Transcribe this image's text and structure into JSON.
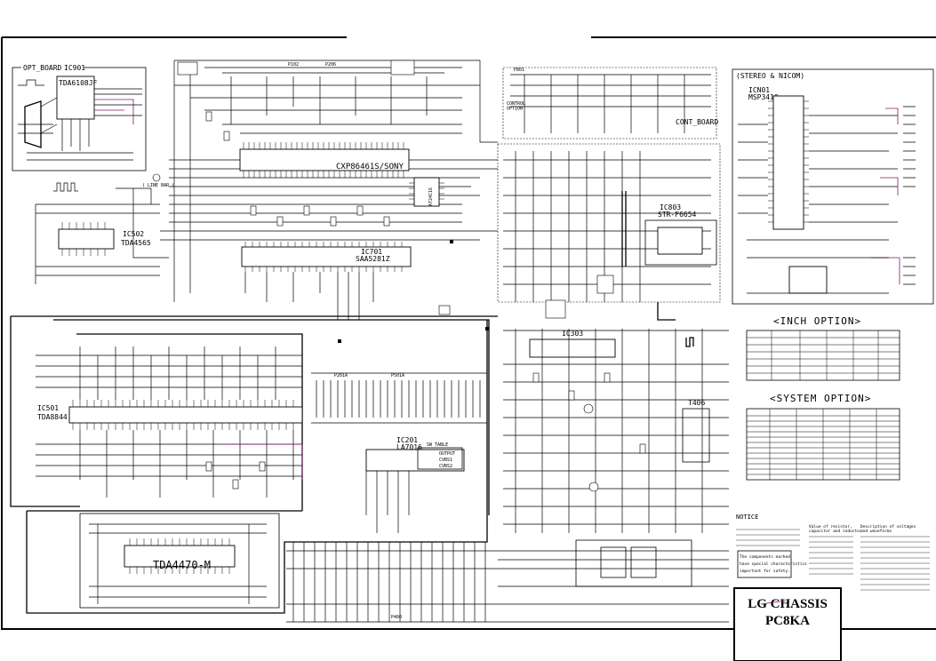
{
  "title_block": {
    "brand": "LG CHASSIS",
    "model": "PC8KA"
  },
  "sections": {
    "opt_board": "OPT_BOARD",
    "stereo_nicom": "(STEREO & NICOM)",
    "inch_option": "<INCH OPTION>",
    "system_option": "<SYSTEM OPTION>",
    "notice": "NOTICE",
    "cont_board": "CONT_BOARD",
    "control_option": "CONTROL\nOPTION",
    "line_bar": "( LINE BAR )",
    "value_of_resistor": "Value of resistor,\ncapacitor and inductor",
    "description_voltages": "Description of voltages\nand waveforms"
  },
  "ics": {
    "ic901_ref": "IC901",
    "ic901_part": "TDA6108JF",
    "ic501_ref": "IC501",
    "ic501_part": "TDA8844",
    "ic502_ref": "IC502",
    "ic502_part": "TDA4565",
    "ic701_ref": "IC701",
    "ic701_part": "SAA5281Z",
    "ic_micom_part": "CXP86461S/SONY",
    "ic_mem_part": "AT24C16",
    "ic803_ref": "IC803",
    "ic803_part": "STR-F6654",
    "ic301_ref": "ICN01",
    "ic301_part": "MSP3410",
    "ic201_ref": "IC201",
    "ic201_part": "LA7016",
    "ic303_ref": "IC303",
    "ic_audio_part": "TDA4470-M",
    "t406": "T406"
  },
  "connectors": {
    "p1": "P102",
    "p2": "P206",
    "p3": "P801",
    "p4": "P201A",
    "p5": "P501A",
    "p6": "P400"
  },
  "option_table": {
    "sw_in": "SW TABLE",
    "out_label": "OUTPUT",
    "in1": "CVBS1",
    "in2": "CVBS2"
  },
  "notice_box": {
    "line1": "The components marked",
    "line2": "have special characteristics",
    "line3": "important for safety."
  }
}
